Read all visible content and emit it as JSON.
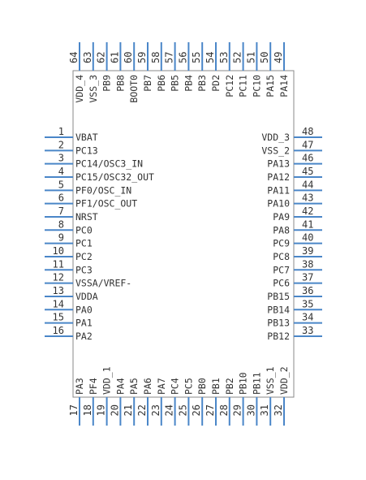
{
  "chip": {
    "pins": {
      "left": [
        {
          "num": "1",
          "label": "VBAT"
        },
        {
          "num": "2",
          "label": "PC13"
        },
        {
          "num": "3",
          "label": "PC14/OSC3_IN"
        },
        {
          "num": "4",
          "label": "PC15/OSC32_OUT"
        },
        {
          "num": "5",
          "label": "PF0/OSC_IN"
        },
        {
          "num": "6",
          "label": "PF1/OSC_OUT"
        },
        {
          "num": "7",
          "label": "NRST"
        },
        {
          "num": "8",
          "label": "PC0"
        },
        {
          "num": "9",
          "label": "PC1"
        },
        {
          "num": "10",
          "label": "PC2"
        },
        {
          "num": "11",
          "label": "PC3"
        },
        {
          "num": "12",
          "label": "VSSA/VREF-"
        },
        {
          "num": "13",
          "label": "VDDA"
        },
        {
          "num": "14",
          "label": "PA0"
        },
        {
          "num": "15",
          "label": "PA1"
        },
        {
          "num": "16",
          "label": "PA2"
        }
      ],
      "right": [
        {
          "num": "48",
          "label": "VDD_3"
        },
        {
          "num": "47",
          "label": "VSS_2"
        },
        {
          "num": "46",
          "label": "PA13"
        },
        {
          "num": "45",
          "label": "PA12"
        },
        {
          "num": "44",
          "label": "PA11"
        },
        {
          "num": "43",
          "label": "PA10"
        },
        {
          "num": "42",
          "label": "PA9"
        },
        {
          "num": "41",
          "label": "PA8"
        },
        {
          "num": "40",
          "label": "PC9"
        },
        {
          "num": "39",
          "label": "PC8"
        },
        {
          "num": "38",
          "label": "PC7"
        },
        {
          "num": "37",
          "label": "PC6"
        },
        {
          "num": "36",
          "label": "PB15"
        },
        {
          "num": "35",
          "label": "PB14"
        },
        {
          "num": "34",
          "label": "PB13"
        },
        {
          "num": "33",
          "label": "PB12"
        }
      ],
      "top": [
        {
          "num": "64",
          "label": "VDD_4"
        },
        {
          "num": "63",
          "label": "VSS_3"
        },
        {
          "num": "62",
          "label": "PB9"
        },
        {
          "num": "61",
          "label": "PB8"
        },
        {
          "num": "60",
          "label": "BOOT0"
        },
        {
          "num": "59",
          "label": "PB7"
        },
        {
          "num": "58",
          "label": "PB6"
        },
        {
          "num": "57",
          "label": "PB5"
        },
        {
          "num": "56",
          "label": "PB4"
        },
        {
          "num": "55",
          "label": "PB3"
        },
        {
          "num": "54",
          "label": "PD2"
        },
        {
          "num": "53",
          "label": "PC12"
        },
        {
          "num": "52",
          "label": "PC11"
        },
        {
          "num": "51",
          "label": "PC10"
        },
        {
          "num": "50",
          "label": "PA15"
        },
        {
          "num": "49",
          "label": "PA14"
        }
      ],
      "bottom": [
        {
          "num": "17",
          "label": "PA3"
        },
        {
          "num": "18",
          "label": "PF4"
        },
        {
          "num": "19",
          "label": "VDD_1"
        },
        {
          "num": "20",
          "label": "PA4"
        },
        {
          "num": "21",
          "label": "PA5"
        },
        {
          "num": "22",
          "label": "PA6"
        },
        {
          "num": "23",
          "label": "PA7"
        },
        {
          "num": "24",
          "label": "PC4"
        },
        {
          "num": "25",
          "label": "PC5"
        },
        {
          "num": "26",
          "label": "PB0"
        },
        {
          "num": "27",
          "label": "PB1"
        },
        {
          "num": "28",
          "label": "PB2"
        },
        {
          "num": "29",
          "label": "PB10"
        },
        {
          "num": "30",
          "label": "PB11"
        },
        {
          "num": "31",
          "label": "VSS_1"
        },
        {
          "num": "32",
          "label": "VDD_2"
        }
      ]
    },
    "colors": {
      "pin_line": "#4a86c8",
      "body_stroke": "#8a8a8a",
      "text": "#333333",
      "background": "#ffffff"
    }
  }
}
